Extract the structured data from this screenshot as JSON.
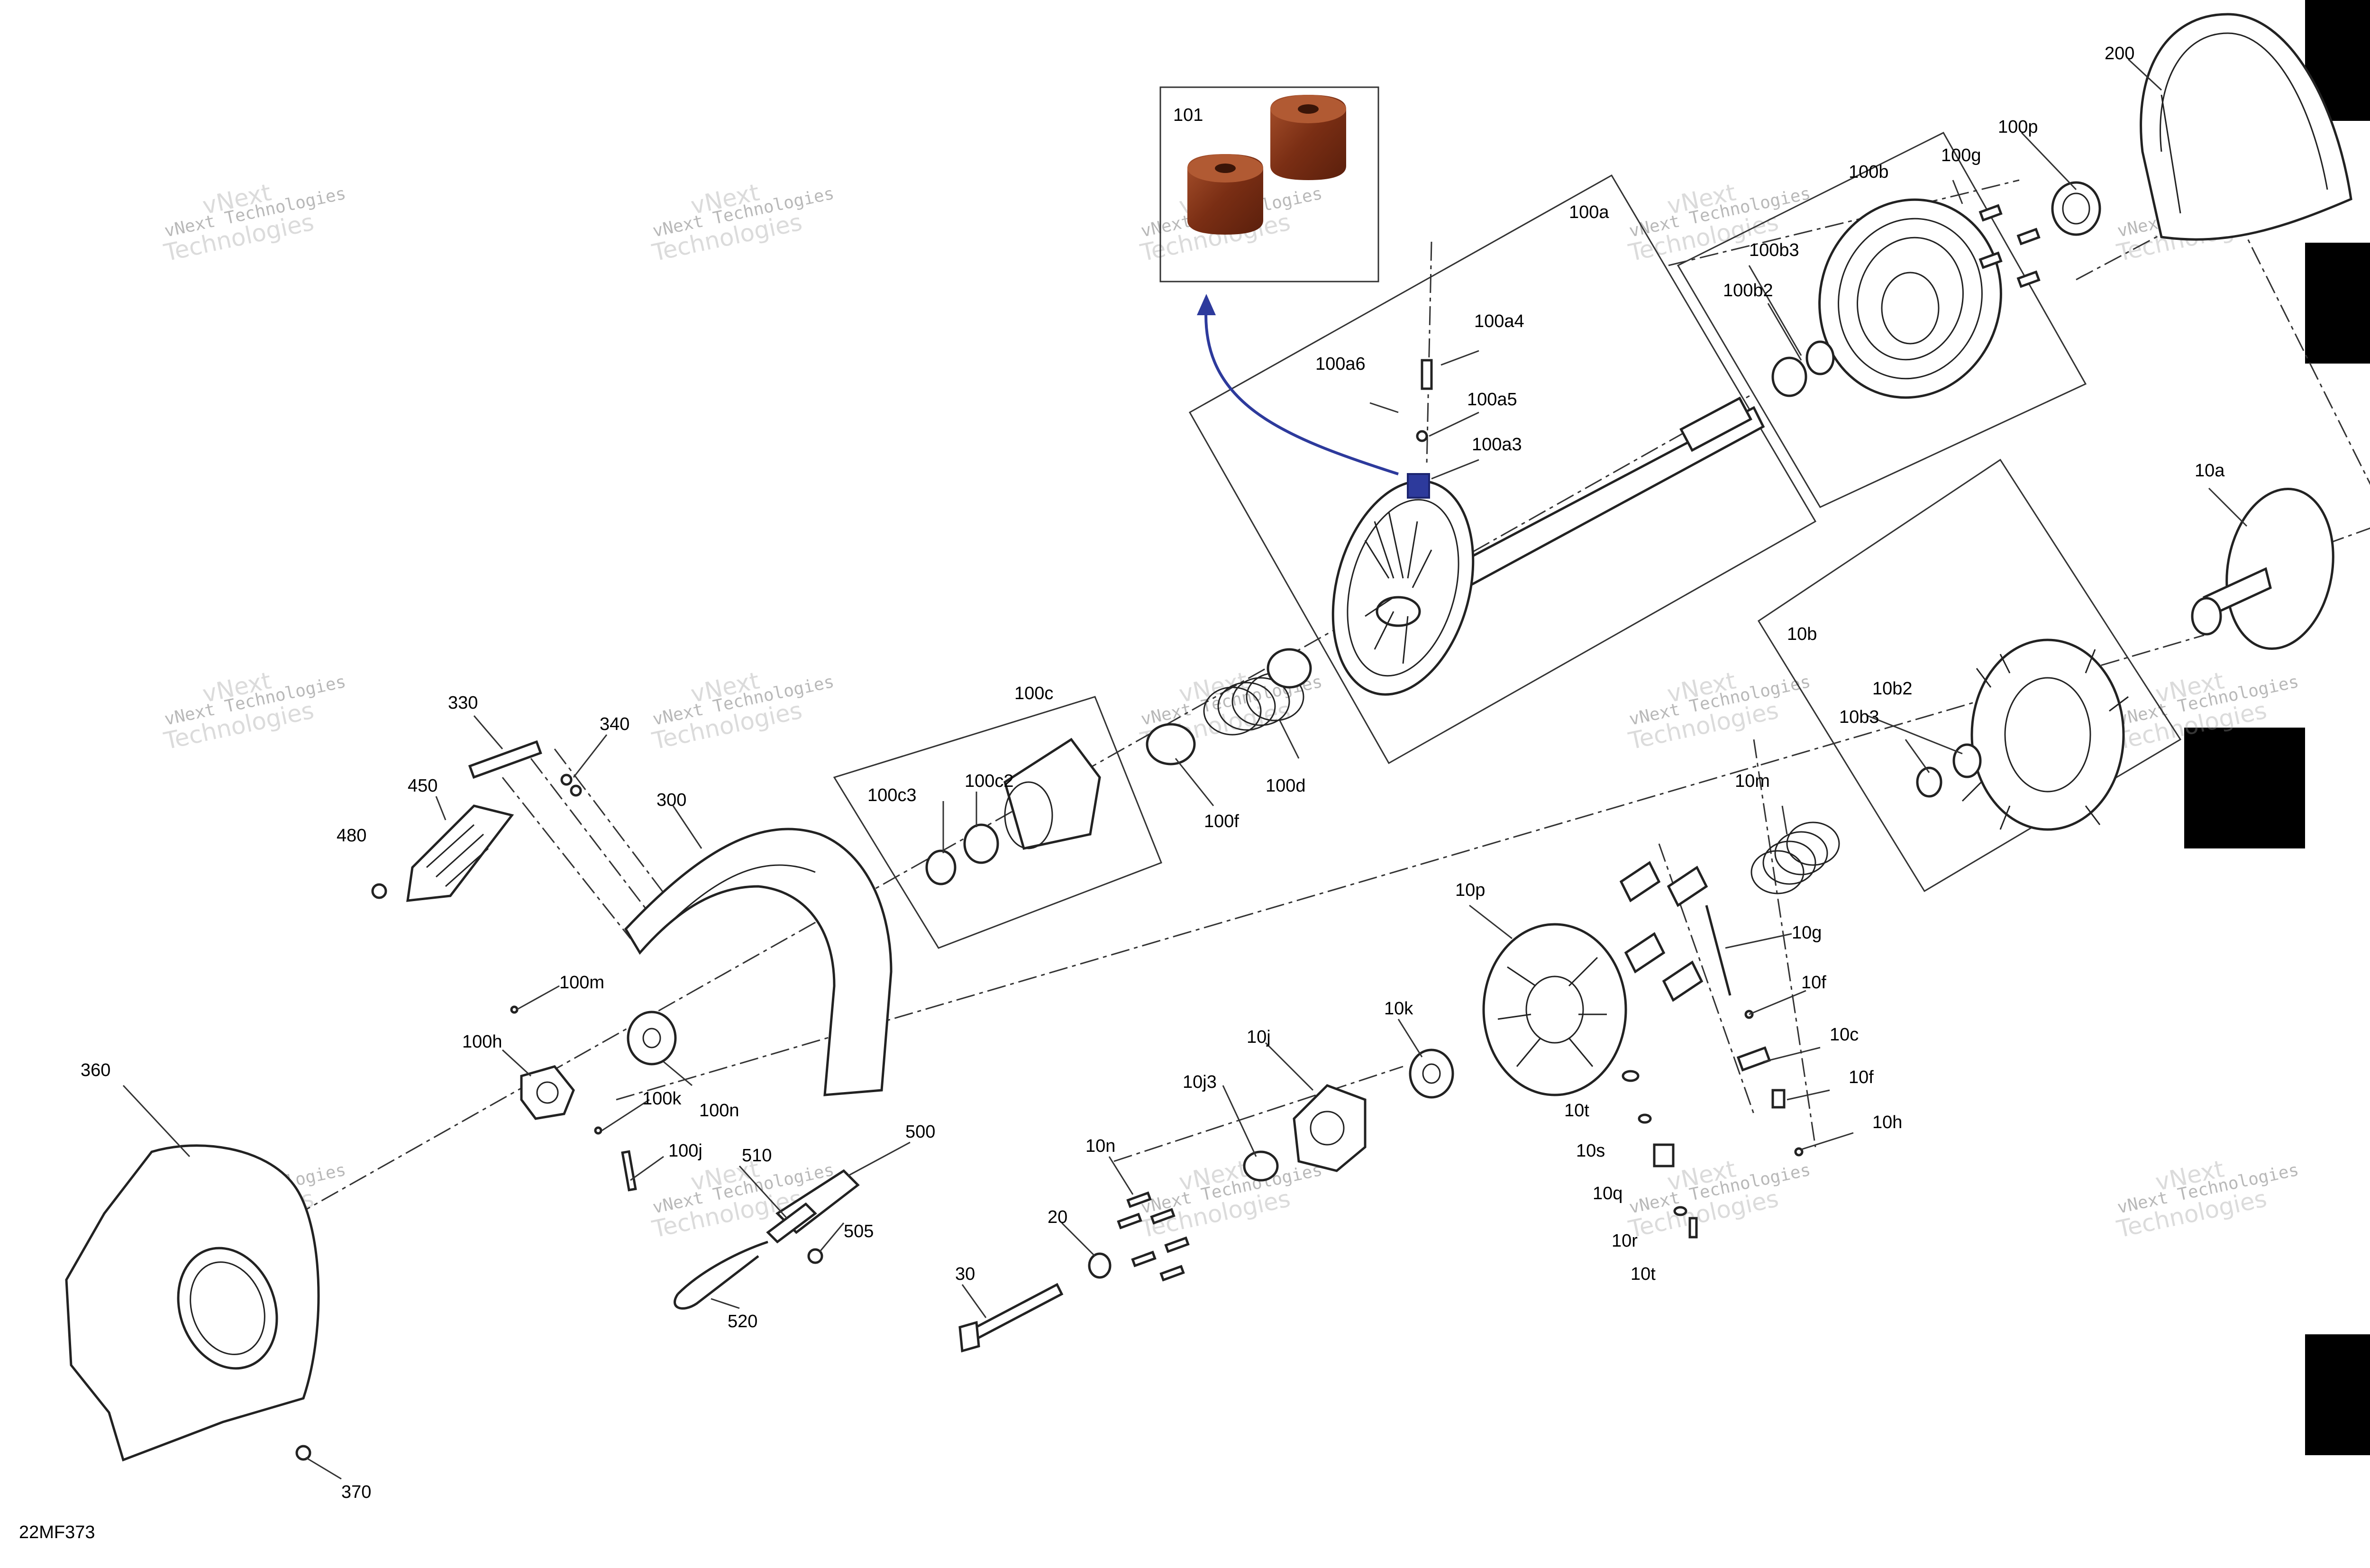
{
  "drawing_code": "22MF373",
  "watermark": {
    "line1": "vNext",
    "line2": "vNext Technologies",
    "line3": "Technologies"
  },
  "inset": {
    "label": "101"
  },
  "colors": {
    "highlight_blue": "#2d3a9c",
    "bushing_brown": "#8b3a1c",
    "tab_black": "#000000"
  },
  "parts": [
    "10a",
    "10b",
    "10b2",
    "10b3",
    "10c",
    "10f",
    "10f",
    "10g",
    "10h",
    "10j",
    "10j3",
    "10k",
    "10m",
    "10n",
    "10p",
    "10q",
    "10r",
    "10s",
    "10t",
    "10t",
    "20",
    "30",
    "100a",
    "100a3",
    "100a4",
    "100a5",
    "100a6",
    "100b",
    "100b2",
    "100b3",
    "100c",
    "100c2",
    "100c3",
    "100d",
    "100f",
    "100g",
    "100h",
    "100j",
    "100k",
    "100m",
    "100n",
    "100p",
    "200",
    "300",
    "330",
    "340",
    "360",
    "370",
    "450",
    "480",
    "500",
    "505",
    "510",
    "520"
  ]
}
